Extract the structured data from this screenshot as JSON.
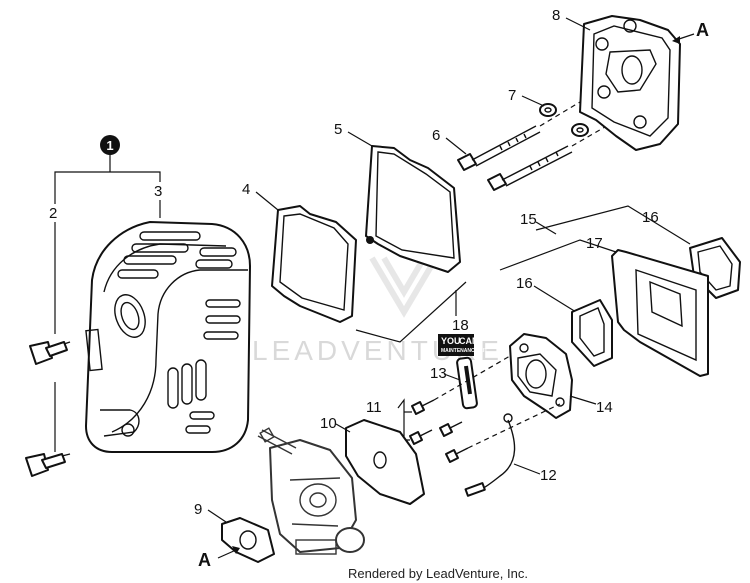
{
  "watermark": "LEADVENTURE",
  "footer": "Rendered by LeadVenture, Inc.",
  "badge": {
    "line1": "YOU",
    "line2": "CAN",
    "sub": "MAINTENANCE KIT"
  },
  "callouts": {
    "c1": "1",
    "c2": "2",
    "c3": "3",
    "c4": "4",
    "c5": "5",
    "c6": "6",
    "c7": "7",
    "c8": "8",
    "c9": "9",
    "c10": "10",
    "c11": "11",
    "c12": "12",
    "c13": "13",
    "c14": "14",
    "c15": "15",
    "c16a": "16",
    "c16b": "16",
    "c17": "17",
    "c18": "18"
  },
  "refs": {
    "a_top": "A",
    "a_bottom": "A"
  }
}
